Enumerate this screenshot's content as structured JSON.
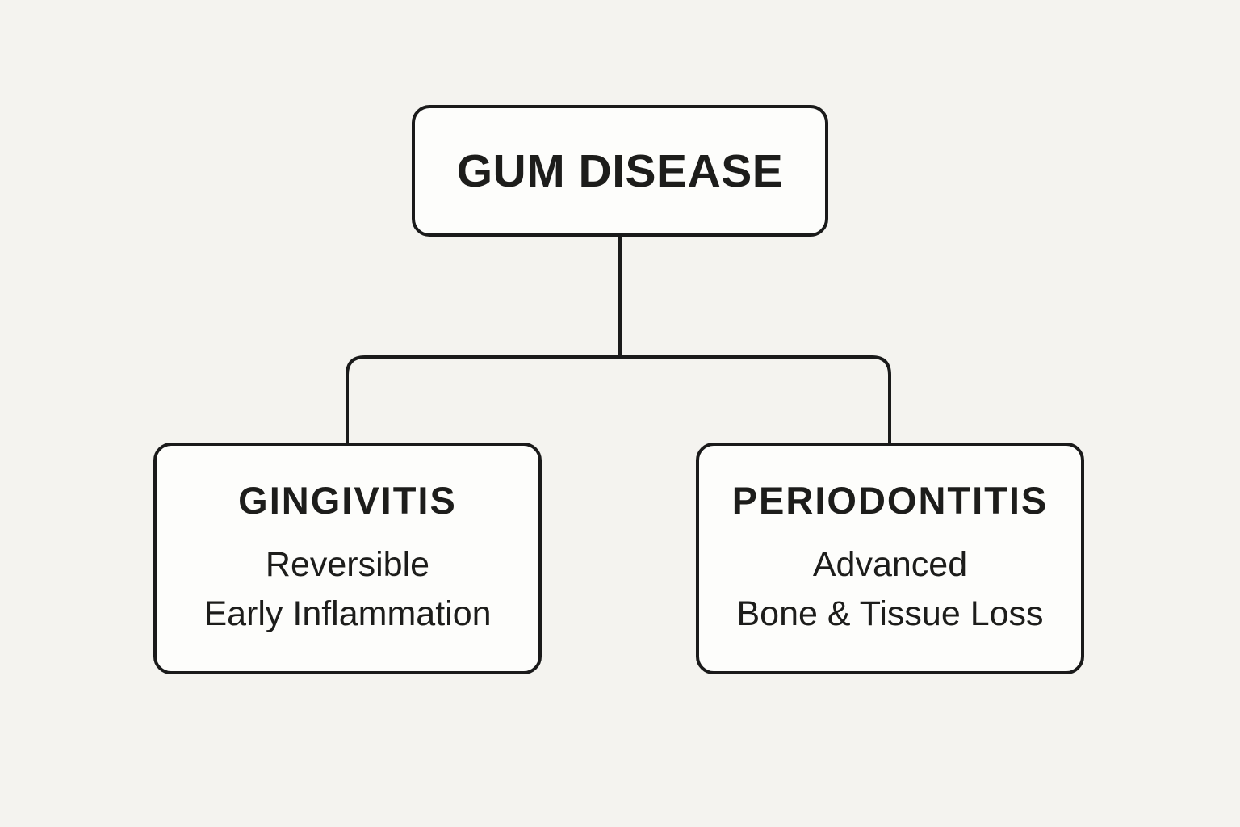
{
  "diagram": {
    "root": {
      "label": "GUM DISEASE"
    },
    "children": [
      {
        "label": "GINGIVITIS",
        "lines": [
          "Reversible",
          "Early Inflammation"
        ]
      },
      {
        "label": "PERIODONTITIS",
        "lines": [
          "Advanced",
          "Bone & Tissue Loss"
        ]
      }
    ],
    "colors": {
      "background": "#f4f3ef",
      "box_fill": "#fdfdfb",
      "line": "#1a1a1a",
      "text": "#1d1d1b"
    }
  }
}
